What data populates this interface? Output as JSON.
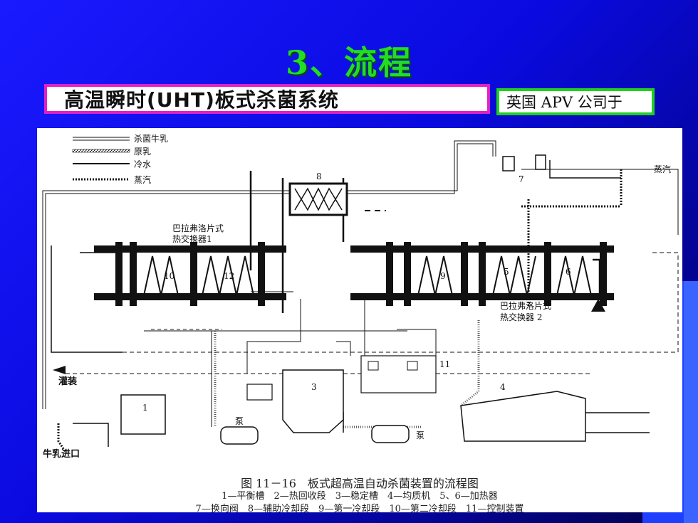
{
  "slide": {
    "title": "3、流程",
    "subtitle": "高温瞬时(UHT)板式杀菌系统",
    "side_tag": "英国 APV 公司于"
  },
  "legend": [
    {
      "label": "杀菌牛乳",
      "style": "double"
    },
    {
      "label": "原乳",
      "style": "hatched"
    },
    {
      "label": "冷水",
      "style": "solid"
    },
    {
      "label": "蒸汽",
      "style": "dotted"
    }
  ],
  "labels": {
    "hx1": "巴拉弗洛片式",
    "hx1b": "热交换器1",
    "hx2": "巴拉弗洛片式",
    "hx2b": "热交换器 2",
    "steam": "蒸汽",
    "filling": "灌装",
    "milk_in": "牛乳进口",
    "pump1": "泵",
    "pump2": "泵",
    "n1": "1",
    "n3": "3",
    "n4": "4",
    "n5": "5",
    "n6": "6",
    "n7": "7",
    "n8": "8",
    "n9": "9",
    "n10": "10",
    "n11": "11",
    "n12": "12"
  },
  "caption": {
    "figure": "图 11－16　板式超高温自动杀菌装置的流程图",
    "line1": "1—平衡槽　2—热回收段　3—稳定槽　4—均质机　5、6—加热器",
    "line2": "7—换向阀　8—辅助冷却段　9—第一冷却段　10—第二冷却段　11—控制装置"
  }
}
